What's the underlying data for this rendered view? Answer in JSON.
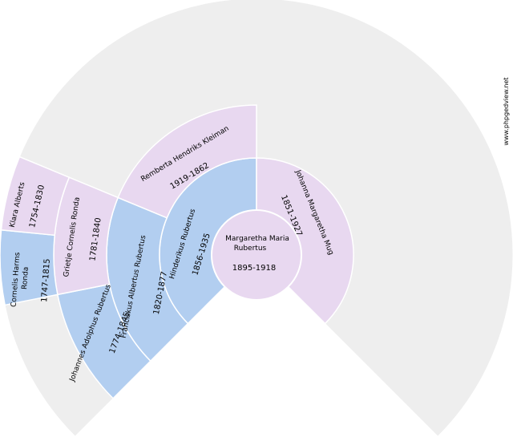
{
  "watermark": "www.phpgedview.net",
  "colors": {
    "background_ring": "#eeeeee",
    "male": "#b2cef0",
    "female": "#e8d8f0",
    "separator": "#ffffff"
  },
  "root": {
    "name_line1": "Margaretha Maria",
    "name_line2": "Rubertus",
    "dates": "1895-1918",
    "sex": "female"
  },
  "ancestors": [
    {
      "id": "father",
      "generation": 1,
      "sex": "male",
      "name": "Hinderikus Rubertus",
      "dates": "1856-1935"
    },
    {
      "id": "mother",
      "generation": 1,
      "sex": "female",
      "name": "Johanna Margaretha Mug",
      "dates": "1851-1927"
    },
    {
      "id": "paternal-grandfather",
      "generation": 2,
      "sex": "male",
      "name": "Franciskus Albertus Rubertus",
      "dates": "1820-1877"
    },
    {
      "id": "paternal-grandmother",
      "generation": 2,
      "sex": "female",
      "name": "Remberta Hendriks Kleiman",
      "dates": "1919-1862"
    },
    {
      "id": "great-grandfather",
      "generation": 3,
      "sex": "male",
      "name": "Johannes Adolphus Rubertus",
      "dates": "1774-1845"
    },
    {
      "id": "great-grandmother",
      "generation": 3,
      "sex": "female",
      "name": "Grietje Cornelis Ronda",
      "dates": "1781-1840"
    },
    {
      "id": "great-great-grandfather",
      "generation": 4,
      "sex": "male",
      "name_line1": "Cornelis Harms",
      "name_line2": "Ronda",
      "dates": "1747-1815"
    },
    {
      "id": "great-great-grandmother",
      "generation": 4,
      "sex": "female",
      "name": "Klara Alberts",
      "dates": "1754-1830"
    }
  ]
}
